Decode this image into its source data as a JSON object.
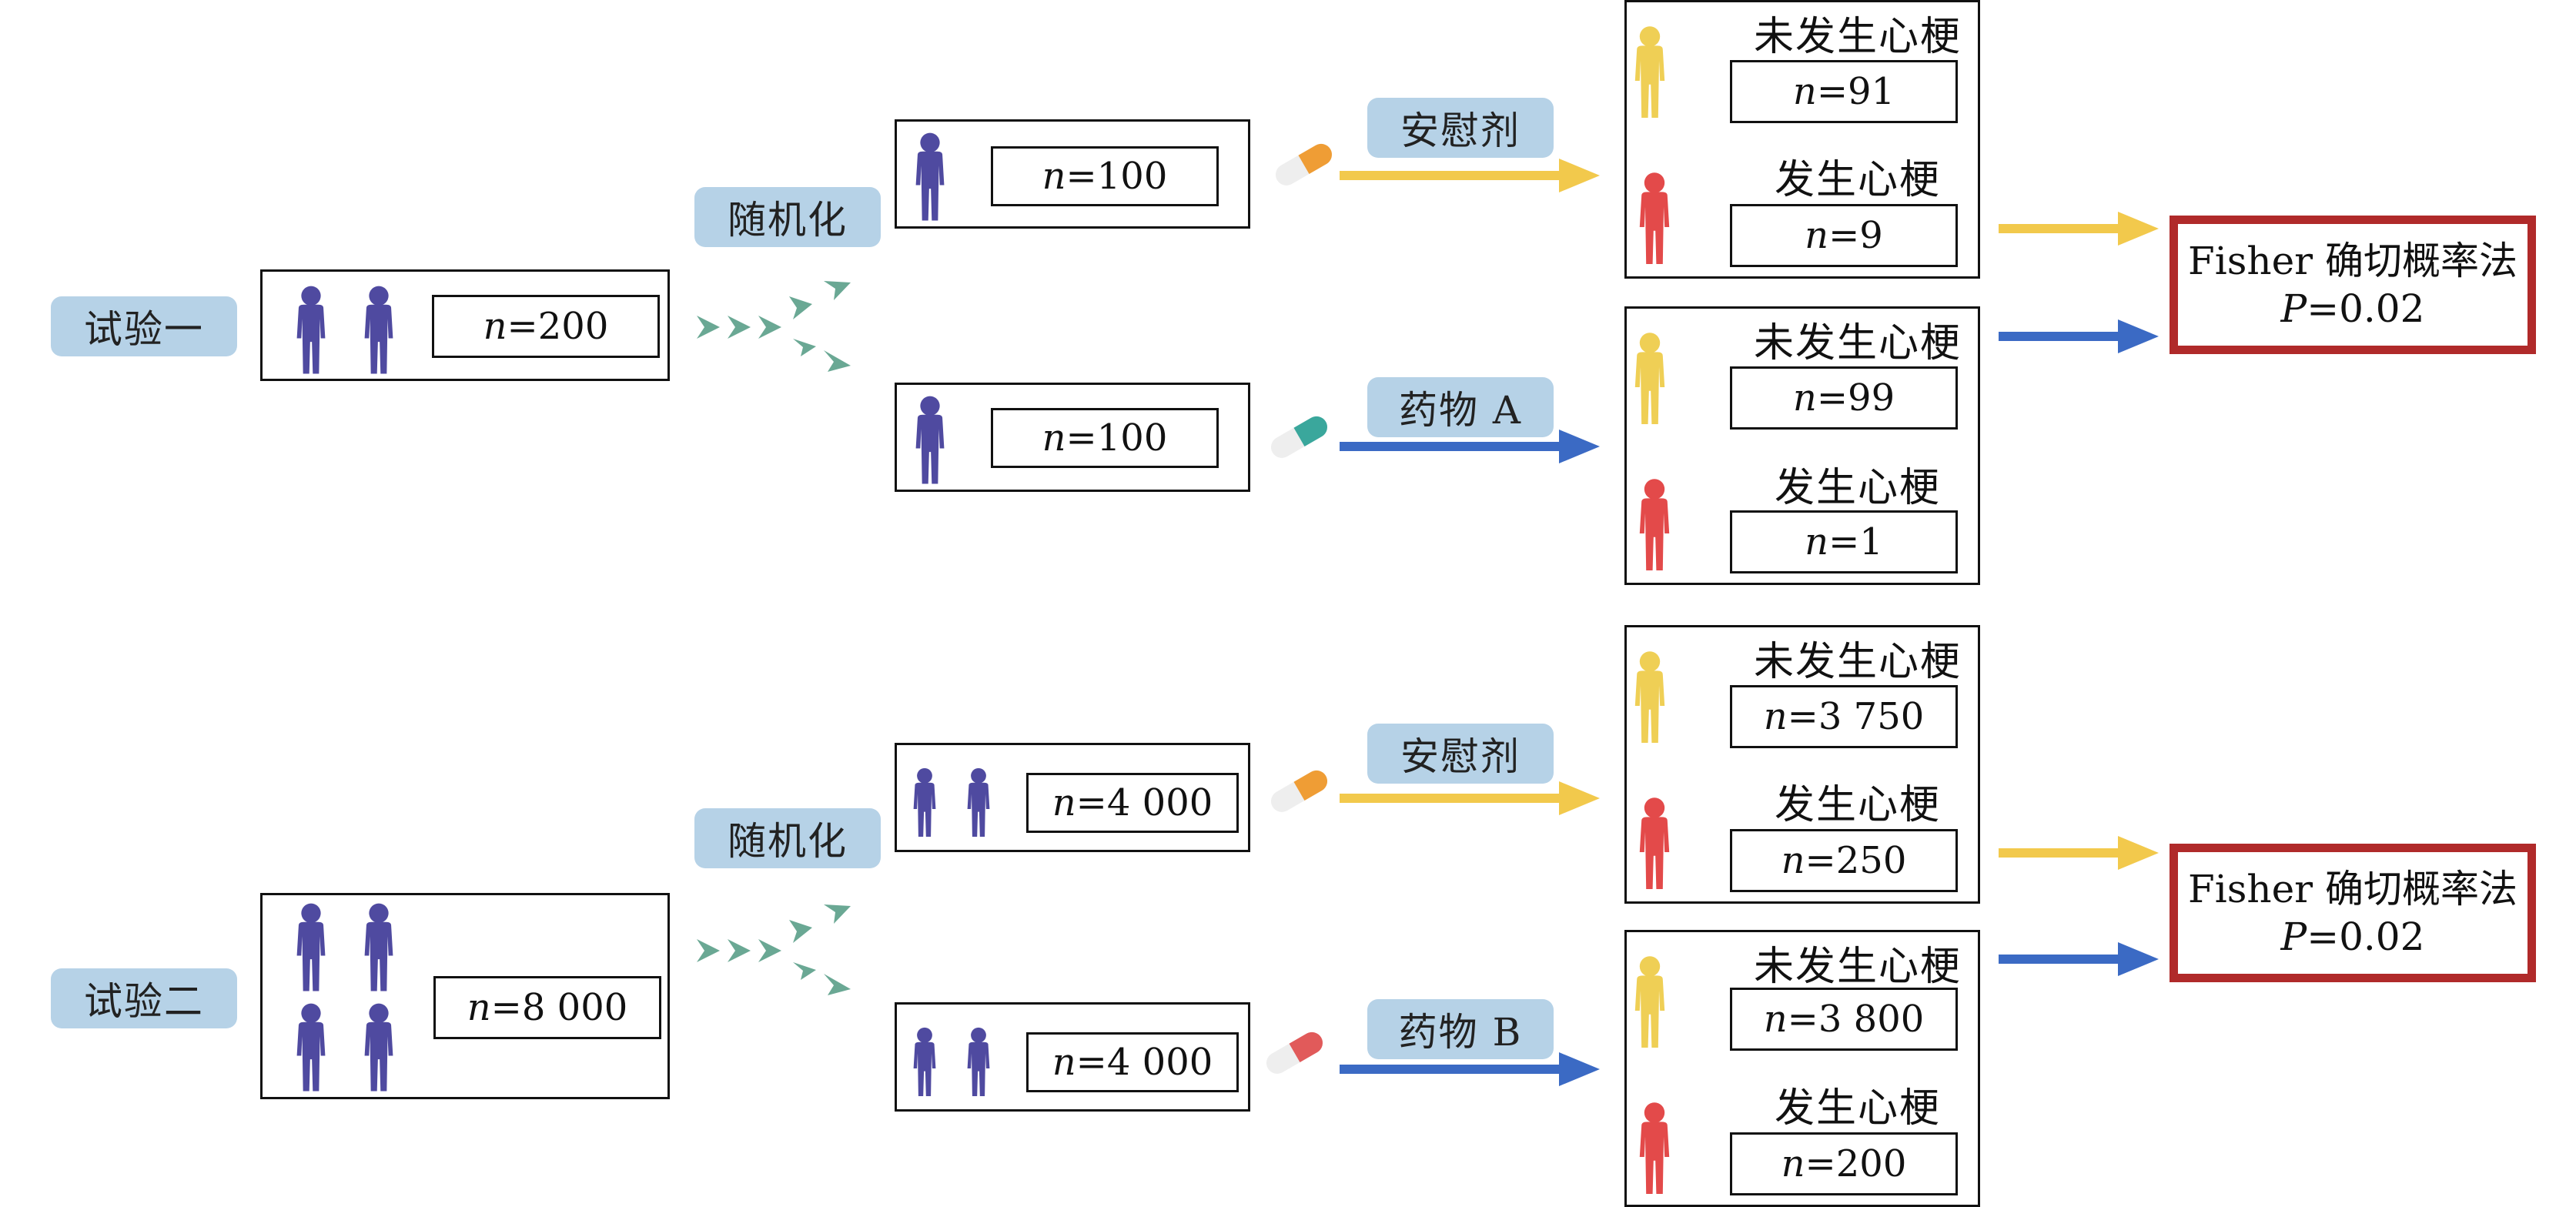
{
  "colors": {
    "pill_bg": "#b6d2e7",
    "person_blue": "#4f4aa0",
    "person_yellow": "#efcf55",
    "person_red": "#e34a4a",
    "arrow_yellow": "#f2c94c",
    "arrow_blue": "#3b6ac4",
    "result_border": "#b02a2a",
    "chevron": "#6aa894"
  },
  "trial1": {
    "label": "试验一",
    "total_n": "=200",
    "randomize_label": "随机化",
    "arm_placebo": {
      "n": "=100",
      "treatment_label": "安慰剂",
      "no_mi_label": "未发生心梗",
      "no_mi_n": "=91",
      "mi_label": "发生心梗",
      "mi_n": "=9"
    },
    "arm_drug": {
      "n": "=100",
      "treatment_label": "药物 A",
      "no_mi_label": "未发生心梗",
      "no_mi_n": "=99",
      "mi_label": "发生心梗",
      "mi_n": "=1"
    },
    "result": {
      "method": "Fisher 确切概率法",
      "p_value": "=0.02"
    }
  },
  "trial2": {
    "label": "试验二",
    "total_n": "=8 000",
    "randomize_label": "随机化",
    "arm_placebo": {
      "n": "=4 000",
      "treatment_label": "安慰剂",
      "no_mi_label": "未发生心梗",
      "no_mi_n": "=3 750",
      "mi_label": "发生心梗",
      "mi_n": "=250"
    },
    "arm_drug": {
      "n": "=4 000",
      "treatment_label": "药物 B",
      "no_mi_label": "未发生心梗",
      "no_mi_n": "=3 800",
      "mi_label": "发生心梗",
      "mi_n": "=200"
    },
    "result": {
      "method": "Fisher 确切概率法",
      "p_value": "=0.02"
    }
  },
  "symbols": {
    "n": "n",
    "p": "P"
  },
  "icons": [
    "person-icon",
    "pill-capsule-icon",
    "chevron-arrow-icon",
    "arrow-right-icon"
  ]
}
